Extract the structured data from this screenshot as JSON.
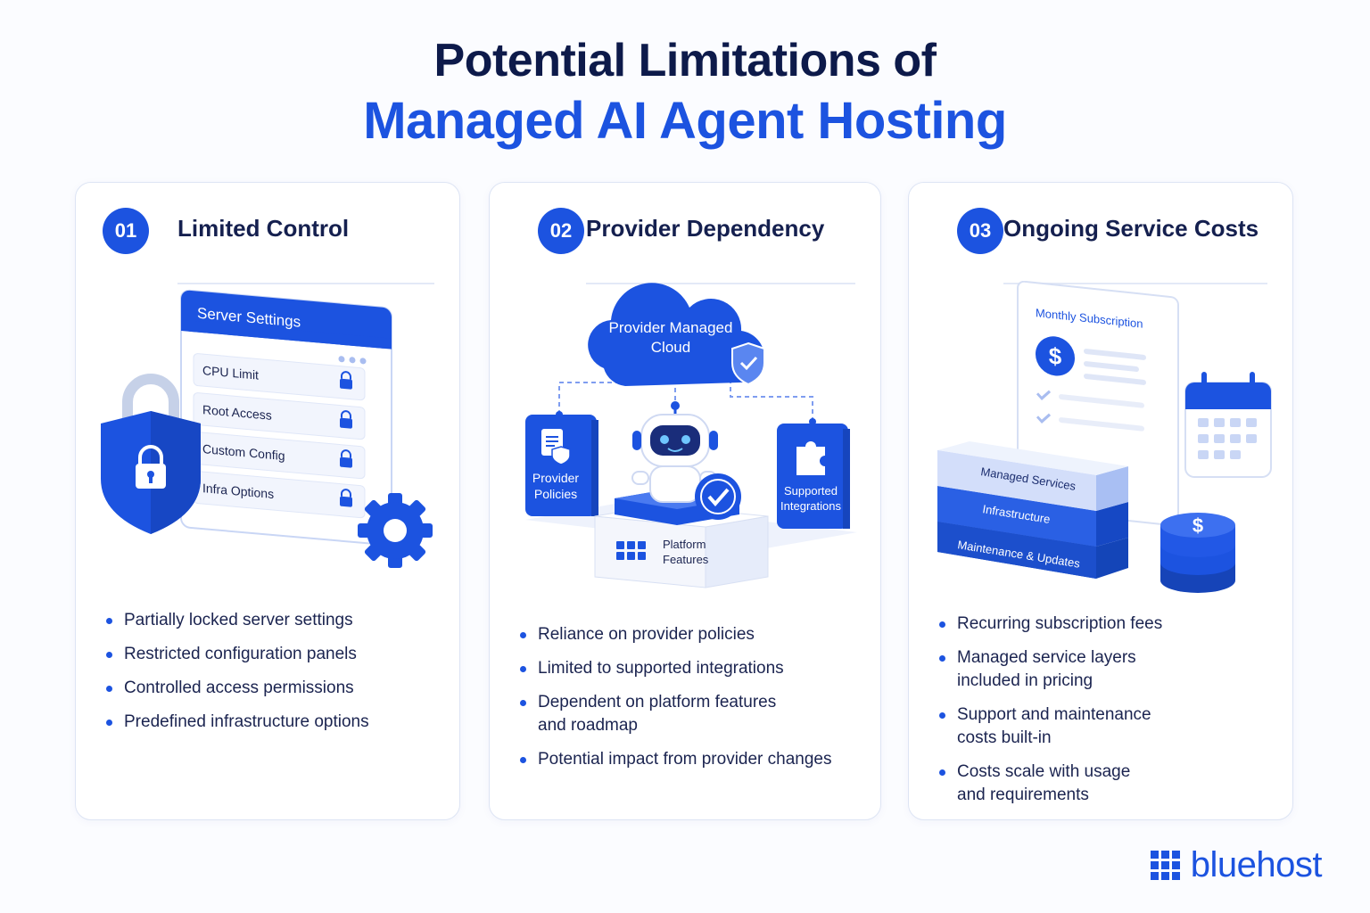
{
  "title": {
    "line1": "Potential Limitations of",
    "line2": "Managed AI Agent Hosting"
  },
  "colors": {
    "accent": "#1c53e0",
    "navy": "#0d1a4a",
    "card_border": "#dde4f4",
    "light_blue": "#dbe6ff"
  },
  "cards": [
    {
      "number": "01",
      "title": "Limited Control",
      "illustration": {
        "panel_title": "Server Settings",
        "rows": [
          "CPU Limit",
          "Root Access",
          "Custom Config",
          "Infra Options"
        ],
        "icons": [
          "lock-shield-icon",
          "padlock-icon",
          "gear-icon",
          "window-dots-icon"
        ]
      },
      "points": [
        "Partially locked server settings",
        "Restricted configuration panels",
        "Controlled access permissions",
        "Predefined infrastructure options"
      ]
    },
    {
      "number": "02",
      "title": "Provider Dependency",
      "illustration": {
        "cloud_label_1": "Provider Managed",
        "cloud_label_2": "Cloud",
        "left_block_1": "Provider",
        "left_block_2": "Policies",
        "right_block_1": "Supported",
        "right_block_2": "Integrations",
        "base_label_1": "Platform",
        "base_label_2": "Features",
        "icons": [
          "cloud-icon",
          "shield-check-icon",
          "robot-icon",
          "document-icon",
          "puzzle-icon",
          "grid-icon",
          "check-badge-icon"
        ]
      },
      "points": [
        "Reliance on provider policies",
        "Limited to supported integrations",
        "Dependent on platform features and roadmap",
        "Potential impact from provider changes"
      ]
    },
    {
      "number": "03",
      "title": "Ongoing Service Costs",
      "illustration": {
        "doc_title": "Monthly Subscription",
        "layers": [
          "Managed Services",
          "Infrastructure",
          "Maintenance & Updates"
        ],
        "icons": [
          "dollar-icon",
          "calendar-icon",
          "coin-stack-icon",
          "checklist-icon"
        ]
      },
      "points": [
        "Recurring subscription fees",
        "Managed service layers included in pricing",
        "Support and maintenance costs built-in",
        "Costs scale with usage and requirements"
      ]
    }
  ],
  "logo": {
    "text": "bluehost"
  }
}
